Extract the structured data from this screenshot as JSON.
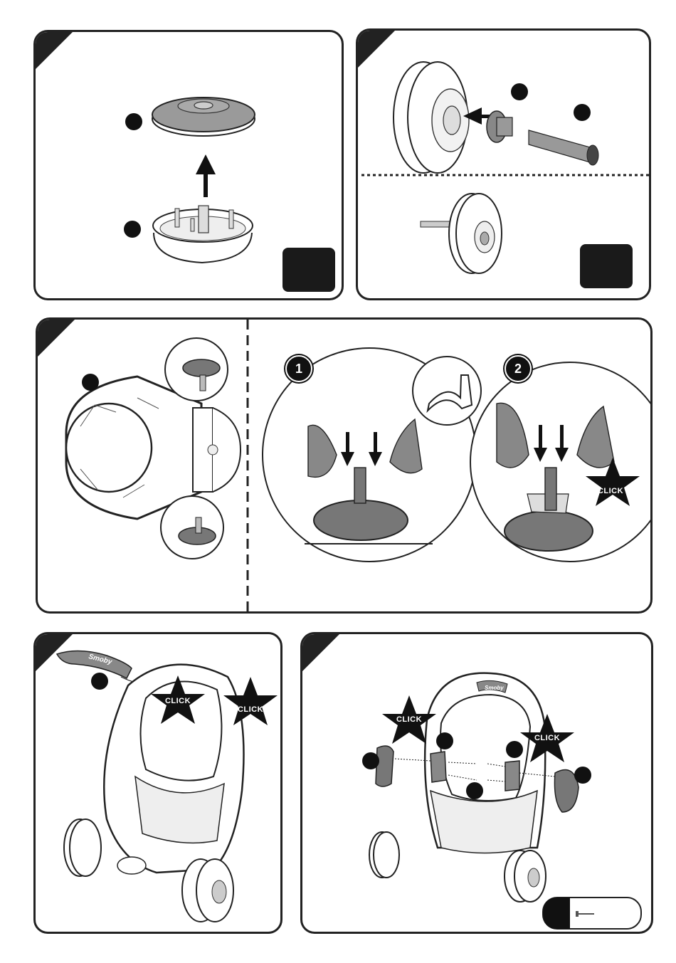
{
  "click_label": "CLICK",
  "steps": [
    "1",
    "2"
  ],
  "brand": "Smoby",
  "colors": {
    "ink": "#1a1a1a",
    "grey": "#8a8a8a",
    "light_grey": "#bdbdbd",
    "white": "#ffffff"
  },
  "icons": [
    "arrow-up-icon",
    "arrow-left-icon",
    "arrow-down-icon",
    "star-burst-icon",
    "flexed-arm-icon",
    "screw-icon"
  ]
}
